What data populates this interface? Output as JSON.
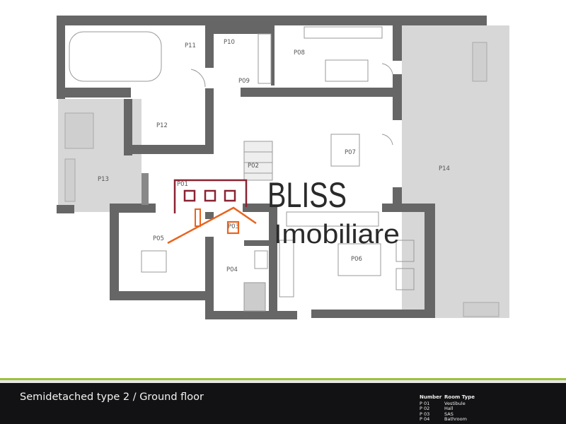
{
  "plan": {
    "rooms": [
      "P01",
      "P02",
      "P03",
      "P04",
      "P05",
      "P06",
      "P07",
      "P08",
      "P09",
      "P10",
      "P11",
      "P12",
      "P13",
      "P14"
    ],
    "colors": {
      "wall": "#666666",
      "terrace": "#d7d7d7",
      "logo_dark": "#8b2332",
      "logo_orange": "#e8641e"
    }
  },
  "logo": {
    "line1": "BLISS",
    "line2": "Imobiliare"
  },
  "footer": {
    "title": "Semidetached type 2 / Ground floor",
    "legend_headers": {
      "number": "Number",
      "type": "Room Type"
    },
    "legend_rows": [
      {
        "number": "P 01",
        "type": "Vestibule"
      },
      {
        "number": "P 02",
        "type": "Hall"
      },
      {
        "number": "P 03",
        "type": "SAS"
      },
      {
        "number": "P 04",
        "type": "Bathroom"
      }
    ]
  }
}
